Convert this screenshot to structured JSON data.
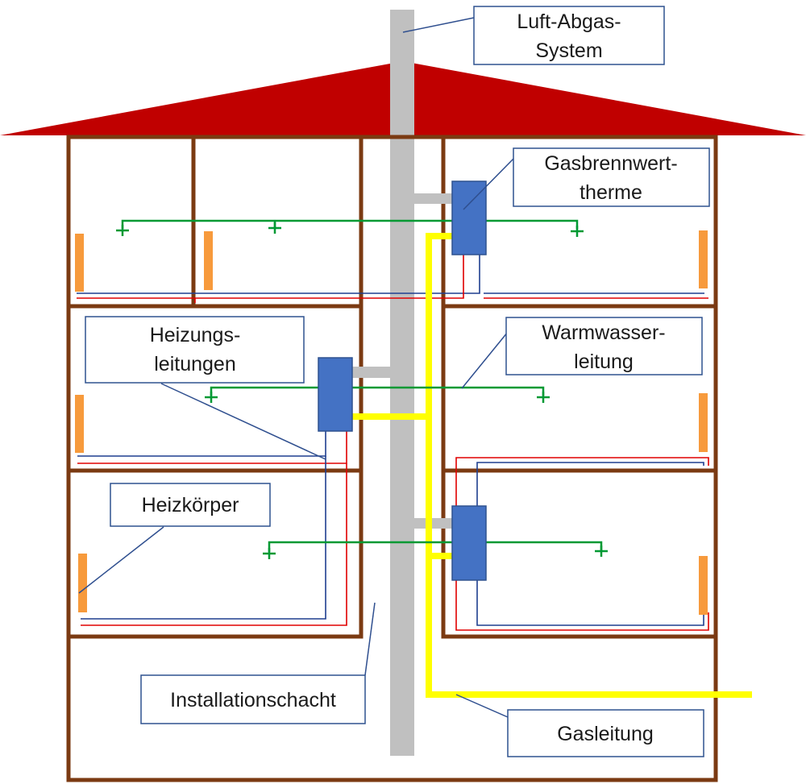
{
  "labels": {
    "luft_abgas": [
      "Luft-Abgas-",
      "System"
    ],
    "gasbrennwert": [
      "Gasbrennwert-",
      "therme"
    ],
    "heizungsleitungen": [
      "Heizungs-",
      "leitungen"
    ],
    "warmwasser": [
      "Warmwasser-",
      "leitung"
    ],
    "heizkoerper": [
      "Heizkörper"
    ],
    "installationsschacht": [
      "Installationschacht"
    ],
    "gasleitung": [
      "Gasleitung"
    ]
  },
  "colors": {
    "roof": "#c00000",
    "wall": "#7b3a12",
    "shaft": "#c0c0c0",
    "boiler": "#4472c4",
    "boiler_border": "#2f528f",
    "radiator": "#f79a3c",
    "gas_pipe": "#ffff00",
    "hot_water": "#009933",
    "supply_pipe": "#e00000",
    "return_pipe": "#1f3f8f",
    "label_border": "#2f528f",
    "leader": "#2f4f8f"
  },
  "icons": {
    "tap": "tap-icon"
  }
}
